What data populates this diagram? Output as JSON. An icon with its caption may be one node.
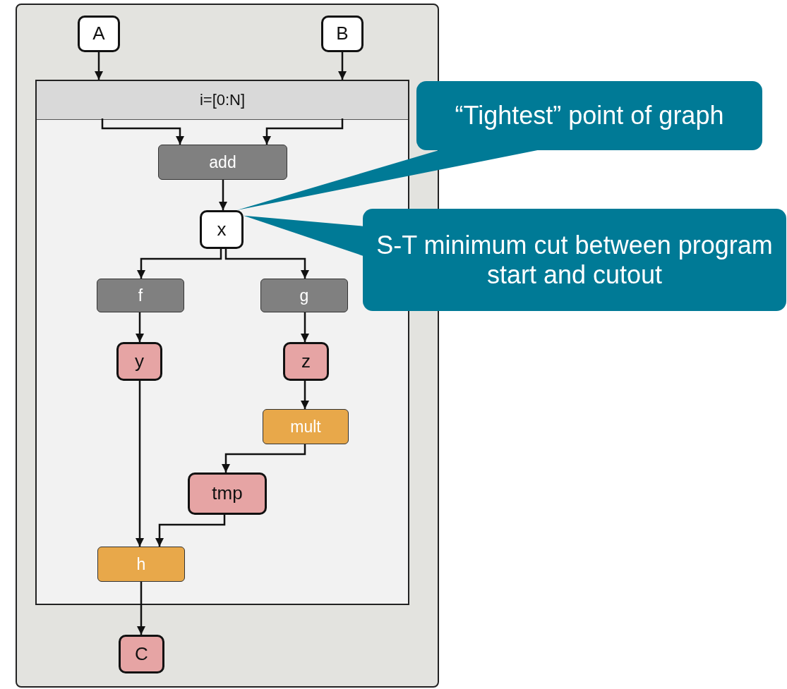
{
  "diagram": {
    "nodes": [
      {
        "text": [],
        "shape": "box"
      },
      {
        "text": [
          "A"
        ],
        "in": 0
      },
      {
        "text": [
          "B"
        ],
        "in": 0
      },
      {
        "text": [
          "i=[0:N]"
        ],
        "in": 0
      },
      {
        "text": [
          "add"
        ],
        "in": 3
      },
      {
        "text": [
          "x"
        ],
        "in": 3
      },
      {
        "text": [
          "f"
        ],
        "in": 3
      },
      {
        "text": [
          "g"
        ],
        "in": 3
      },
      {
        "text": [
          "y"
        ],
        "in": 3
      },
      {
        "text": [
          "z"
        ],
        "in": 3
      },
      {
        "text": [
          "mult"
        ],
        "in": 3
      },
      {
        "text": [
          "tmp"
        ],
        "in": 3
      },
      {
        "text": [
          "h"
        ],
        "in": 3
      },
      {
        "text": [
          "C"
        ],
        "in": 0
      },
      {
        "text": [
          "“Tightest” point of graph"
        ]
      },
      {
        "text": [
          "S-T minimum cut between program start and cutout"
        ]
      }
    ],
    "edges": [
      {
        "from": 1,
        "to": 3,
        "arrow": "to"
      },
      {
        "from": 2,
        "to": 3,
        "arrow": "to"
      },
      {
        "from": 3,
        "to": 4,
        "arrow": "to"
      },
      {
        "from": 3,
        "to": 4,
        "arrow": "to"
      },
      {
        "from": 4,
        "to": 5,
        "arrow": "to"
      },
      {
        "from": 5,
        "to": 6,
        "arrow": "to"
      },
      {
        "from": 5,
        "to": 7,
        "arrow": "to"
      },
      {
        "from": 6,
        "to": 8,
        "arrow": "to"
      },
      {
        "from": 7,
        "to": 9,
        "arrow": "to"
      },
      {
        "from": 9,
        "to": 10,
        "arrow": "to"
      },
      {
        "from": 10,
        "to": 11,
        "arrow": "to"
      },
      {
        "from": 8,
        "to": 12,
        "arrow": "to"
      },
      {
        "from": 11,
        "to": 12,
        "arrow": "to"
      },
      {
        "from": 12,
        "to": 13,
        "arrow": "to"
      },
      {
        "from": 14,
        "to": 5,
        "arrow": "none",
        "color": "#007a96"
      },
      {
        "from": 15,
        "to": 5,
        "arrow": "none",
        "color": "#007a96"
      }
    ]
  }
}
